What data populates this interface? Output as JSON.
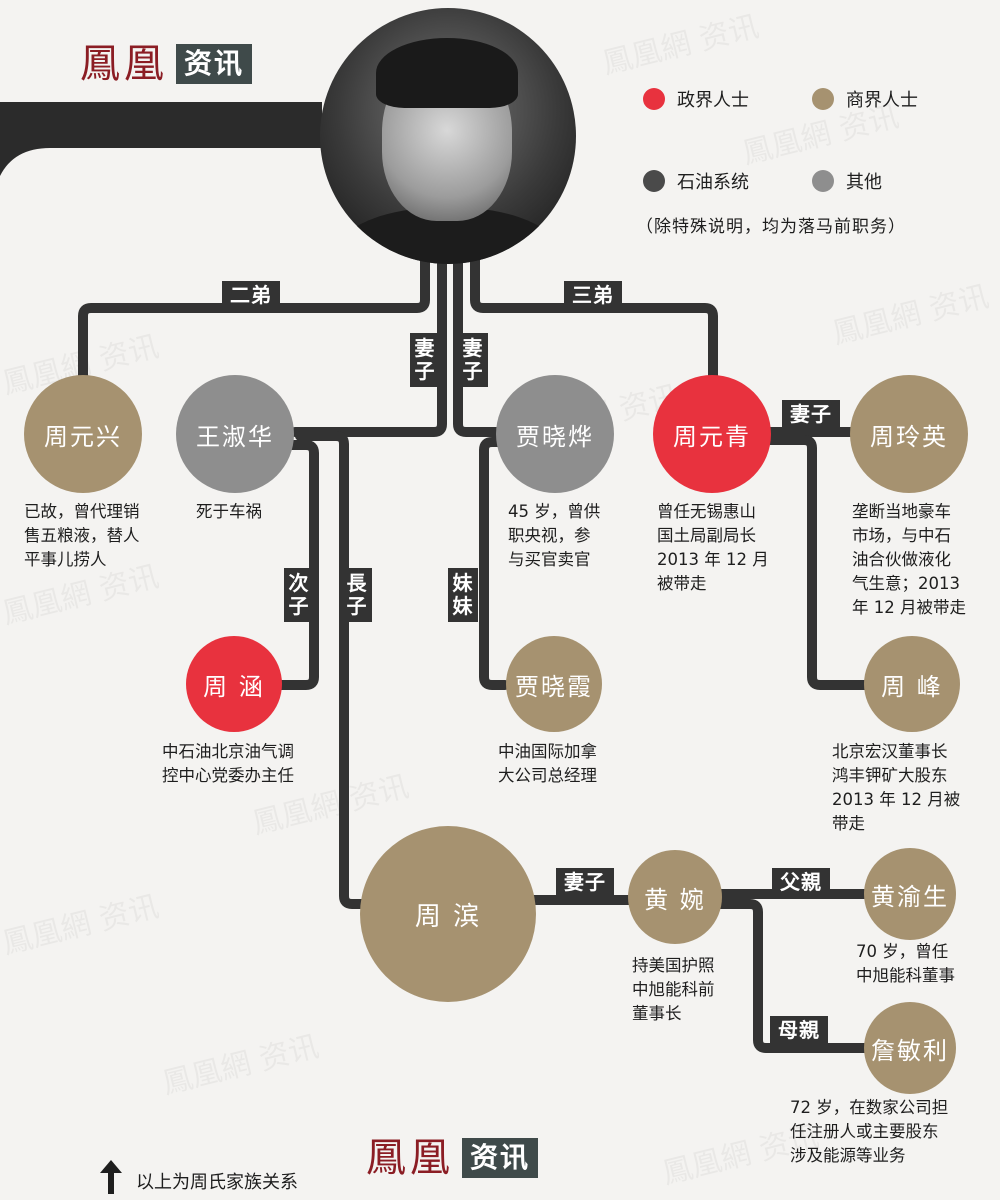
{
  "brand": {
    "top": {
      "name": "鳳凰",
      "tag": "资讯"
    },
    "bottom": {
      "name": "鳳凰",
      "tag": "资讯"
    }
  },
  "watermark": {
    "text": "鳳凰網 资讯"
  },
  "colors": {
    "political": "#e8323e",
    "business": "#a69270",
    "oil": "#4a4a4a",
    "other": "#8e8e8e",
    "line": "#333333"
  },
  "legend": {
    "items": [
      {
        "label": "政界人士",
        "color": "#e8323e"
      },
      {
        "label": "商界人士",
        "color": "#a69270"
      },
      {
        "label": "石油系统",
        "color": "#4a4a4a"
      },
      {
        "label": "其他",
        "color": "#8e8e8e"
      }
    ],
    "note": "（除特殊说明，均为落马前职务）"
  },
  "people": {
    "yuanxing": {
      "name": "周元兴",
      "desc": "已故，曾代理销\n售五粮液，替人\n平事儿捞人"
    },
    "shuhua": {
      "name": "王淑华",
      "desc": "死于车祸"
    },
    "xiaoye": {
      "name": "贾晓烨",
      "desc": "45 岁，曾供\n职央视，参\n与买官卖官"
    },
    "yuanqing": {
      "name": "周元青",
      "desc": "曾任无锡惠山\n国土局副局长\n2013 年 12 月\n被带走"
    },
    "lingying": {
      "name": "周玲英",
      "desc": "垄断当地豪车\n市场，与中石\n油合伙做液化\n气生意；2013\n年 12 月被带走"
    },
    "zhouhan": {
      "name": "周  涵",
      "desc": "中石油北京油气调\n控中心党委办主任"
    },
    "xiaoxia": {
      "name": "贾晓霞",
      "desc": "中油国际加拿\n大公司总经理"
    },
    "zhoufeng": {
      "name": "周  峰",
      "desc": "北京宏汉董事长\n鸿丰钾矿大股东\n2013 年 12 月被\n带走"
    },
    "zhoubin": {
      "name": "周  滨",
      "desc": ""
    },
    "huangwan": {
      "name": "黄  婉",
      "desc": "持美国护照\n中旭能科前\n董事长"
    },
    "yusheng": {
      "name": "黄渝生",
      "desc": "70 岁，曾任\n中旭能科董事"
    },
    "minli": {
      "name": "詹敏利",
      "desc": "72 岁，在数家公司担\n任注册人或主要股东\n涉及能源等业务"
    }
  },
  "relations": {
    "second_brother": "二弟",
    "third_brother": "三弟",
    "wife1": "妻子",
    "wife2": "妻子",
    "wife_yuanqing": "妻子",
    "second_son": "次子",
    "eldest_son": "長子",
    "sister": "妹妹",
    "wife_bin": "妻子",
    "father": "父親",
    "mother": "母親"
  },
  "footer": {
    "note": "以上为周氏家族关系"
  }
}
